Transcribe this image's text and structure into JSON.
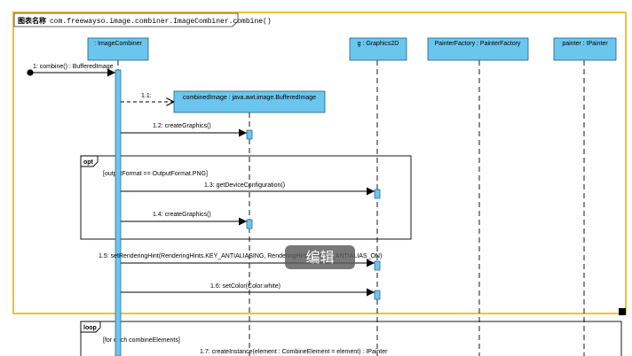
{
  "frame": {
    "title_label": "图表名称",
    "title_value": "com.freewayso.image.combiner.ImageCombiner.combine()",
    "selection_color": "#f2c12e"
  },
  "colors": {
    "lifeline_head": "#6bc6ef",
    "activation": "#6bc6ef",
    "line": "#000000"
  },
  "lifelines": [
    {
      "label": ": ImageCombiner"
    },
    {
      "label": "g : Graphics2D"
    },
    {
      "label": "PainterFactory : PainterFactory"
    },
    {
      "label": "painter : IPainter"
    }
  ],
  "created_object": {
    "label": "combinedImage : java.awt.image.BufferedImage"
  },
  "messages": [
    {
      "label": "1: combine() : BufferedImage"
    },
    {
      "label": "1.1:"
    },
    {
      "label": "1.2: createGraphics()"
    },
    {
      "label": "1.3: getDeviceConfiguration()"
    },
    {
      "label": "1.4: createGraphics()"
    },
    {
      "label": "1.5: setRenderingHint(RenderingHints.KEY_ANTIALIASING, RenderingHints.VALUE_ANTIALIAS_ON)"
    },
    {
      "label": "1.6: setColor(Color.white)"
    },
    {
      "label": "1.7: createInstance(element : CombineElement = element) : IPainter"
    }
  ],
  "fragments": [
    {
      "operator": "opt",
      "guard": "[outputFormat == OutputFormat.PNG]"
    },
    {
      "operator": "loop",
      "guard": "[for each combineElements]"
    }
  ],
  "overlay": {
    "edit_button_label": "编辑"
  }
}
